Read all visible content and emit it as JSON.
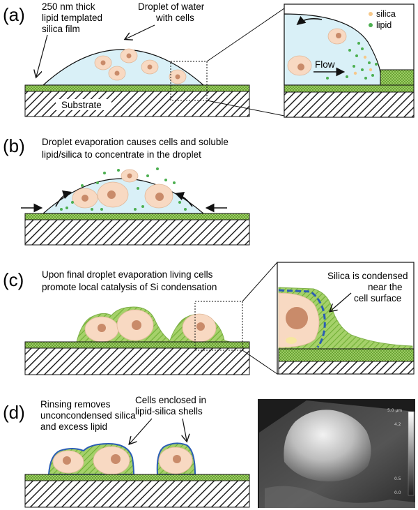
{
  "panels": {
    "a": {
      "letter": "(a)",
      "film_label": [
        "250 nm thick",
        "lipid templated",
        "silica film"
      ],
      "droplet_label": [
        "Droplet of water",
        "with cells"
      ],
      "substrate_label": "Substrate",
      "inset": {
        "legend_silica": "silica",
        "legend_lipid": "lipid",
        "flow_label": "Flow"
      }
    },
    "b": {
      "letter": "(b)",
      "caption": [
        "Droplet evaporation causes cells and soluble",
        "lipid/silica to concentrate in the droplet"
      ]
    },
    "c": {
      "letter": "(c)",
      "caption": [
        "Upon final droplet evaporation living cells",
        "promote local catalysis of Si condensation"
      ],
      "inset_label": [
        "Silica is condensed",
        "near the",
        "cell surface"
      ]
    },
    "d": {
      "letter": "(d)",
      "caption": [
        "Rinsing removes",
        "unconcondensed silica",
        "and excess lipid"
      ],
      "shell_label": [
        "Cells enclosed in",
        "lipid-silica shells"
      ],
      "scale_labels": [
        "5.0 µm",
        "4.2",
        "0.5",
        "0.0"
      ]
    }
  },
  "colors": {
    "droplet_fill": "#d9f0f7",
    "film_green": "#8bc34a",
    "cell_fill": "#f8d9c2",
    "nucleus": "#c98b6a",
    "lipid_dot": "#4caf50",
    "silica_dot": "#f6c88a",
    "shell_blue": "#2b5db5",
    "hatch": "#222222"
  }
}
